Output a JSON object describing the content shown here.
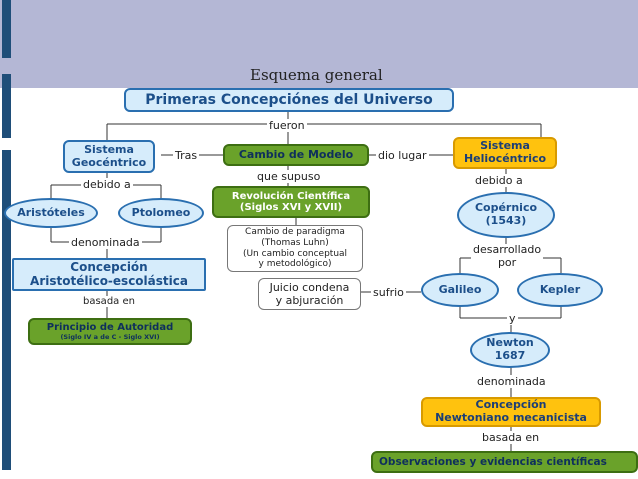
{
  "slide": {
    "title": "Esquema general"
  },
  "colors": {
    "band": "#b4b7d5",
    "sidebar": "#1f4e79",
    "blue_node": "#d6ecfb",
    "green_node": "#6aa22a",
    "orange_node": "#ffc20e"
  },
  "nodes": {
    "root": "Primeras Concepciónes del Universo",
    "geo": [
      "Sistema",
      "Geocéntrico"
    ],
    "cambio": "Cambio de Modelo",
    "helio": [
      "Sistema",
      "Heliocéntrico"
    ],
    "aristoteles": "Aristóteles",
    "ptolomeo": "Ptolomeo",
    "revolucion": [
      "Revolución Científica",
      "(Siglos XVI y XVII)"
    ],
    "paradigma": [
      "Cambio de paradigma",
      "(Thomas Luhn)",
      "(Un cambio conceptual",
      "y metodológico)"
    ],
    "juicio": [
      "Juicio condena",
      "y abjuración"
    ],
    "copernico": [
      "Copérnico",
      "(1543)"
    ],
    "galileo": "Galileo",
    "kepler": "Kepler",
    "aristotelico": [
      "Concepción",
      "Aristotélico-escolástica"
    ],
    "principio": [
      "Principio de Autoridad",
      "(Siglo IV a de C - Siglo XVI)"
    ],
    "newton": [
      "Newton",
      "1687"
    ],
    "newtoniano": [
      "Concepción",
      "Newtoniano mecanicista"
    ],
    "observaciones": "Observaciones y evidencias científicas"
  },
  "links": {
    "fueron": "fueron",
    "tras": "Tras",
    "dio_lugar": "dio lugar",
    "debido_a_left": "debido a",
    "que_supuso": "que supuso",
    "debido_a_right": "debido a",
    "denominada_left": "denominada",
    "desarrollado_por": [
      "desarrollado",
      "por"
    ],
    "basada_en_left": "basada en",
    "sufrio": "sufrio",
    "y": "y",
    "denominada_right": "denominada",
    "basada_en_right": "basada en"
  }
}
